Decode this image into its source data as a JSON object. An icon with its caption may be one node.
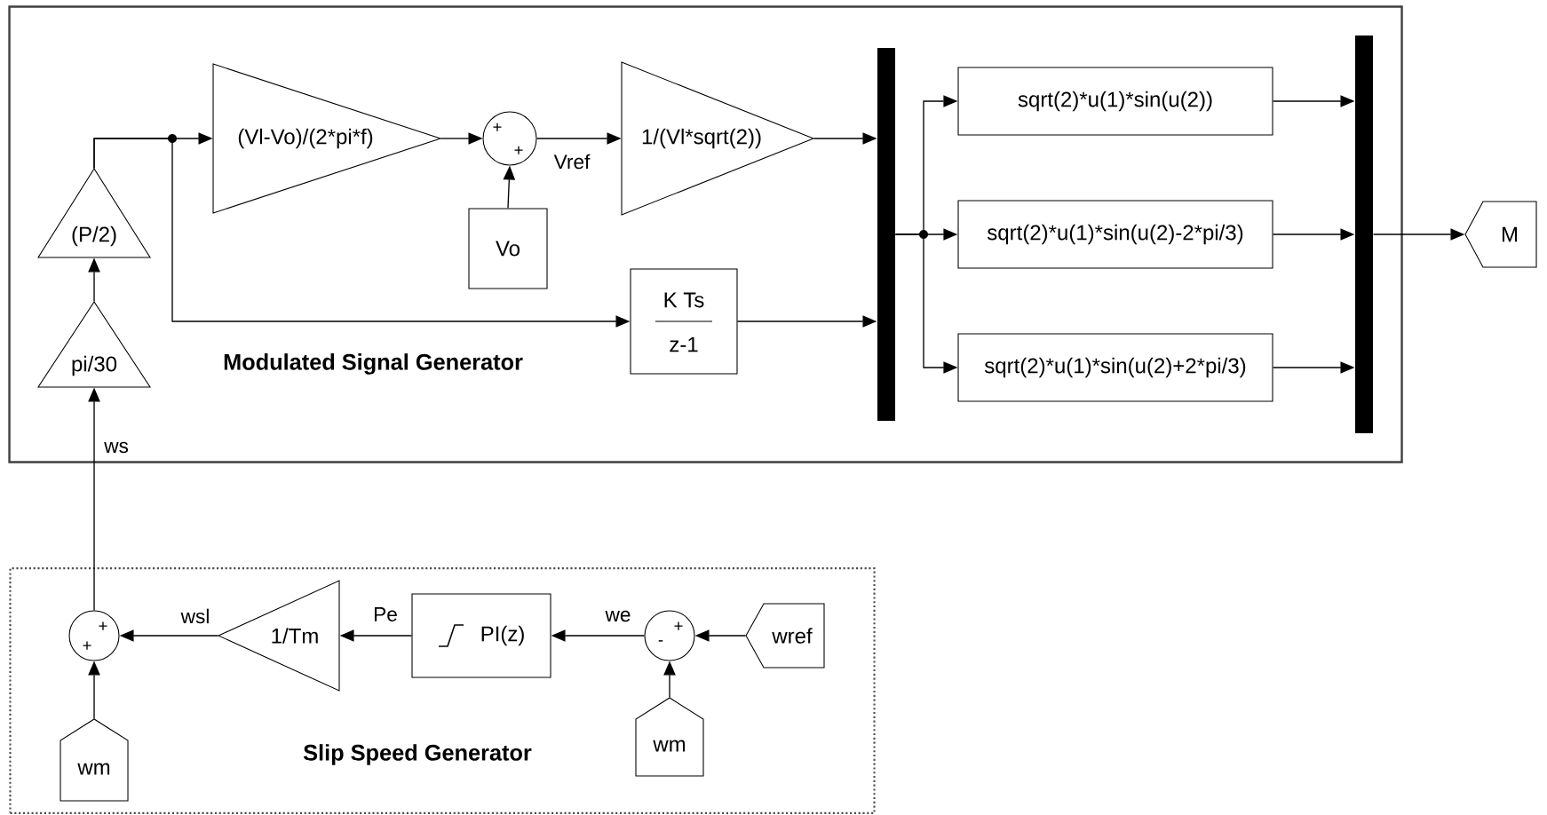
{
  "diagram": {
    "nodes": [
      {
        "text": [
          "Modulated Signal Generator"
        ]
      },
      {
        "text": [
          "(P/2)"
        ],
        "in": 0
      },
      {
        "text": [
          "pi/30"
        ],
        "in": 0
      },
      {
        "text": [
          "(Vl-Vo)/(2*pi*f)"
        ],
        "in": 0
      },
      {
        "text": [
          "+",
          "+"
        ],
        "in": 0
      },
      {
        "text": [
          "Vo"
        ],
        "in": 0
      },
      {
        "text": [
          "1/(Vl*sqrt(2))"
        ],
        "in": 0
      },
      {
        "text": [
          "K Ts",
          "z-1"
        ],
        "in": 0
      },
      {
        "text": [],
        "shape": "bar",
        "in": 0
      },
      {
        "text": [
          "sqrt(2)*u(1)*sin(u(2))"
        ],
        "in": 0
      },
      {
        "text": [
          "sqrt(2)*u(1)*sin(u(2)-2*pi/3)"
        ],
        "in": 0
      },
      {
        "text": [
          "sqrt(2)*u(1)*sin(u(2)+2*pi/3)"
        ],
        "in": 0
      },
      {
        "text": [],
        "shape": "bar",
        "in": 0
      },
      {
        "text": [
          "M"
        ]
      },
      {
        "text": [
          "Slip Speed Generator"
        ]
      },
      {
        "text": [
          "+",
          "+"
        ],
        "in": 14
      },
      {
        "text": [
          "wm"
        ],
        "in": 14
      },
      {
        "text": [
          "1/Tm"
        ],
        "in": 14
      },
      {
        "text": [
          "PI(z)"
        ],
        "in": 14
      },
      {
        "text": [
          "-",
          "+"
        ],
        "in": 14
      },
      {
        "text": [
          "wm"
        ],
        "in": 14
      },
      {
        "text": [
          "wref"
        ],
        "in": 14
      }
    ],
    "edges": [
      {
        "from": 15,
        "to": 2,
        "arrow": "to",
        "label": "ws"
      },
      {
        "from": 2,
        "to": 1,
        "arrow": "to"
      },
      {
        "from": 1,
        "to": 3,
        "arrow": "to"
      },
      {
        "from": 1,
        "to": 7,
        "arrow": "to"
      },
      {
        "from": 3,
        "to": 4,
        "arrow": "to"
      },
      {
        "from": 5,
        "to": 4,
        "arrow": "to"
      },
      {
        "from": 4,
        "to": 6,
        "arrow": "to",
        "label": "Vref"
      },
      {
        "from": 6,
        "to": 8,
        "arrow": "to"
      },
      {
        "from": 7,
        "to": 8,
        "arrow": "to"
      },
      {
        "from": 8,
        "to": 9,
        "arrow": "to"
      },
      {
        "from": 8,
        "to": 10,
        "arrow": "to"
      },
      {
        "from": 8,
        "to": 11,
        "arrow": "to"
      },
      {
        "from": 9,
        "to": 12,
        "arrow": "to"
      },
      {
        "from": 10,
        "to": 12,
        "arrow": "to"
      },
      {
        "from": 11,
        "to": 12,
        "arrow": "to"
      },
      {
        "from": 12,
        "to": 13,
        "arrow": "to"
      },
      {
        "from": 21,
        "to": 19,
        "arrow": "to"
      },
      {
        "from": 20,
        "to": 19,
        "arrow": "to"
      },
      {
        "from": 19,
        "to": 18,
        "arrow": "to",
        "label": "we"
      },
      {
        "from": 18,
        "to": 17,
        "arrow": "to",
        "label": "Pe"
      },
      {
        "from": 17,
        "to": 15,
        "arrow": "to",
        "label": "wsl"
      },
      {
        "from": 16,
        "to": 15,
        "arrow": "to"
      }
    ]
  }
}
